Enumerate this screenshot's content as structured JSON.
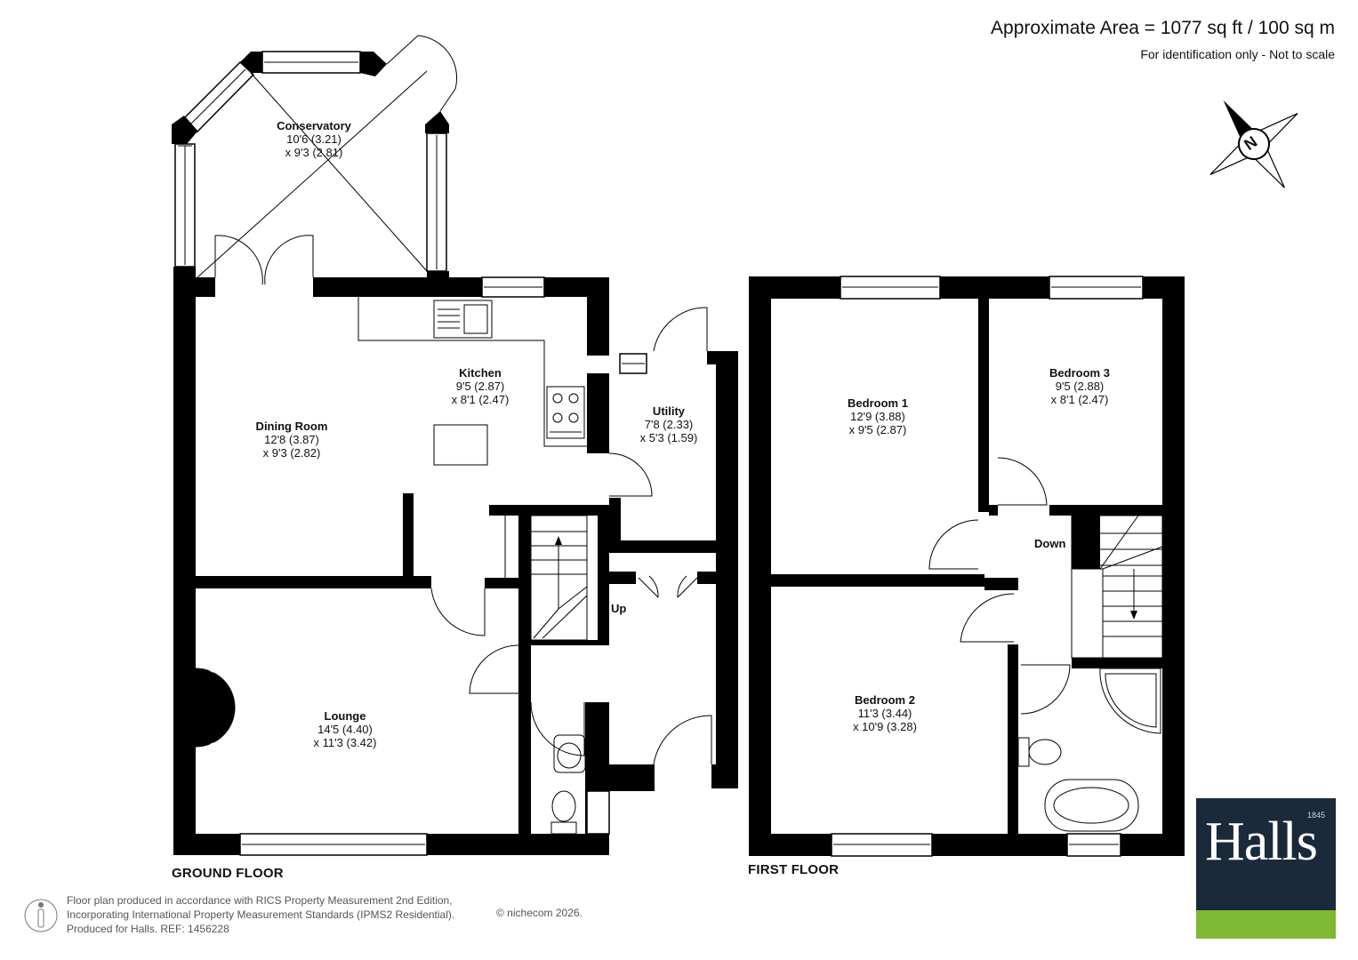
{
  "header": {
    "area": "Approximate Area = 1077 sq ft / 100 sq m",
    "disclaimer": "For identification only - Not to scale"
  },
  "compass": {
    "label": "N"
  },
  "rooms": {
    "conservatory": {
      "name": "Conservatory",
      "dim1": "10'6 (3.21)",
      "dim2": "x 9'3 (2.81)"
    },
    "kitchen": {
      "name": "Kitchen",
      "dim1": "9'5 (2.87)",
      "dim2": "x 8'1 (2.47)"
    },
    "dining": {
      "name": "Dining Room",
      "dim1": "12'8 (3.87)",
      "dim2": "x 9'3 (2.82)"
    },
    "utility": {
      "name": "Utility",
      "dim1": "7'8 (2.33)",
      "dim2": "x 5'3 (1.59)"
    },
    "lounge": {
      "name": "Lounge",
      "dim1": "14'5 (4.40)",
      "dim2": "x 11'3 (3.42)"
    },
    "bedroom1": {
      "name": "Bedroom 1",
      "dim1": "12'9 (3.88)",
      "dim2": "x 9'5 (2.87)"
    },
    "bedroom3": {
      "name": "Bedroom 3",
      "dim1": "9'5 (2.88)",
      "dim2": "x 8'1 (2.47)"
    },
    "bedroom2": {
      "name": "Bedroom 2",
      "dim1": "11'3 (3.44)",
      "dim2": "x 10'9 (3.28)"
    }
  },
  "stairs": {
    "up": "Up",
    "down": "Down"
  },
  "floors": {
    "ground": "GROUND FLOOR",
    "first": "FIRST FLOOR"
  },
  "footer": {
    "line1": "Floor plan produced in accordance with RICS Property Measurement 2nd Edition,",
    "line2": "Incorporating International Property Measurement Standards (IPMS2 Residential).",
    "line3": "Produced for Halls.   REF: 1456228",
    "copyright": "© nichecom 2026."
  },
  "logo": {
    "word": "Halls",
    "year": "1845",
    "colors": {
      "navy": "#1a2a3a",
      "green": "#7fb833"
    }
  }
}
